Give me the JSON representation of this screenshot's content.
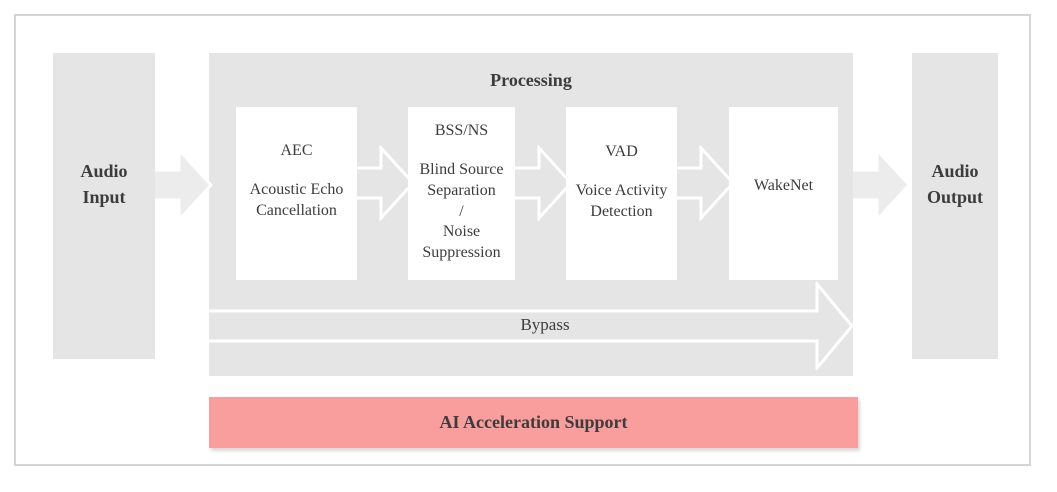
{
  "diagram": {
    "input_label": "Audio\nInput",
    "output_label": "Audio\nOutput",
    "processing": {
      "title": "Processing",
      "blocks": [
        {
          "title": "AEC",
          "subtitle": "Acoustic Echo\nCancellation"
        },
        {
          "title": "BSS/NS",
          "subtitle": "Blind Source\nSeparation\n/\nNoise\nSuppression"
        },
        {
          "title": "VAD",
          "subtitle": "Voice Activity\nDetection"
        },
        {
          "title": "WakeNet"
        }
      ],
      "bypass_label": "Bypass"
    },
    "accel_label": "AI Acceleration Support",
    "colors": {
      "panel_gray": "#e5e5e5",
      "box_white": "#ffffff",
      "accel_pink": "#fa9d9d",
      "text_dark": "#3c3c3c",
      "arrow_outline": "#ffffff",
      "arrow_fill_light": "#ececec",
      "frame_border": "#d5d5d5"
    }
  }
}
